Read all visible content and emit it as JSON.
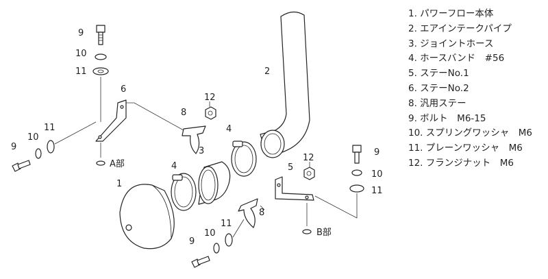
{
  "callouts": {
    "c1": "1",
    "c2": "2",
    "c3": "3",
    "c4a": "4",
    "c4b": "4",
    "c5": "5",
    "c6": "6",
    "c8a": "8",
    "c8b": "8",
    "c9a": "9",
    "c9b": "9",
    "c9c": "9",
    "c9d": "9",
    "c10a": "10",
    "c10b": "10",
    "c10c": "10",
    "c10d": "10",
    "c11a": "11",
    "c11b": "11",
    "c11c": "11",
    "c11d": "11",
    "c12a": "12",
    "c12b": "12"
  },
  "detail_labels": {
    "a": "A部",
    "b": "B部"
  },
  "parts_list": [
    "1. パワーフロー本体",
    "2. エアインテークパイプ",
    "3. ジョイントホース",
    "4. ホースバンド　#56",
    "5. ステーNo.1",
    "6. ステーNo.2",
    "8. 汎用ステー",
    "9. ボルト　M6-15",
    "10. スプリングワッシャ　M6",
    "11. プレーンワッシャ　M6",
    "12. フランジナット　M6"
  ]
}
